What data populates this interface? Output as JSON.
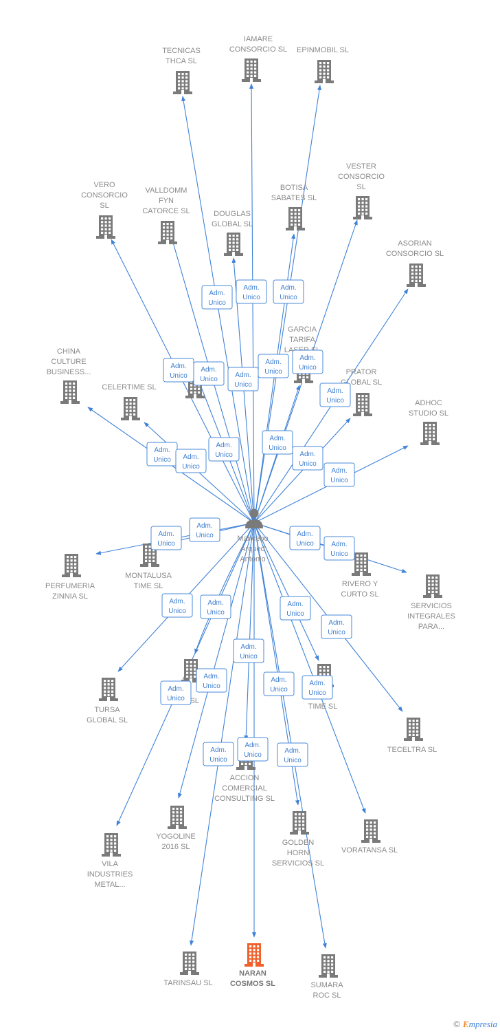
{
  "person": {
    "name_lines": [
      "Mancebo",
      "Arqued",
      "Antonio"
    ],
    "icon": "person-icon"
  },
  "edge_label_lines": [
    "Adm.",
    "Unico"
  ],
  "colors": {
    "edge": "#3f82d8",
    "building": "#7a7a7a",
    "building_highlight": "#f0602a",
    "label": "#8a8a8a"
  },
  "companies": [
    {
      "id": "tecnicas",
      "lines": [
        "TECNICAS",
        "THCA SL"
      ]
    },
    {
      "id": "iamare",
      "lines": [
        "IAMARE",
        "CONSORCIO SL"
      ]
    },
    {
      "id": "epinmobil",
      "lines": [
        "EPINMOBIL SL"
      ]
    },
    {
      "id": "vester",
      "lines": [
        "VESTER",
        "CONSORCIO",
        "SL"
      ]
    },
    {
      "id": "vero",
      "lines": [
        "VERO",
        "CONSORCIO",
        "SL"
      ]
    },
    {
      "id": "valldomm",
      "lines": [
        "VALLDOMM",
        "FYN",
        "CATORCE SL"
      ]
    },
    {
      "id": "botisa",
      "lines": [
        "BOTISA",
        "SABATES SL"
      ]
    },
    {
      "id": "douglas",
      "lines": [
        "DOUGLAS",
        "GLOBAL SL"
      ]
    },
    {
      "id": "asorian",
      "lines": [
        "ASORIAN",
        "CONSORCIO SL"
      ]
    },
    {
      "id": "garcia",
      "lines": [
        "GARCIA",
        "TARIFA",
        "LASER SL"
      ]
    },
    {
      "id": "china",
      "lines": [
        "CHINA",
        "CULTURE",
        "BUSINESS..."
      ]
    },
    {
      "id": "celertime",
      "lines": [
        "CELERTIME SL"
      ]
    },
    {
      "id": "hidden1",
      "lines": []
    },
    {
      "id": "prator",
      "lines": [
        "PRATOR",
        "GLOBAL SL"
      ]
    },
    {
      "id": "adhoc",
      "lines": [
        "ADHOC",
        "STUDIO SL"
      ]
    },
    {
      "id": "perfumeria",
      "lines": [
        "PERFUMERIA",
        "ZINNIA SL"
      ]
    },
    {
      "id": "montalusa",
      "lines": [
        "MONTALUSA",
        "TIME SL"
      ]
    },
    {
      "id": "rivero",
      "lines": [
        "RIVERO Y",
        "CURTO SL"
      ]
    },
    {
      "id": "servicios",
      "lines": [
        "SERVICIOS",
        "INTEGRALES",
        "PARA..."
      ]
    },
    {
      "id": "tursa",
      "lines": [
        "TURSA",
        "GLOBAL SL"
      ]
    },
    {
      "id": "hidden2",
      "lines": [
        "E SL"
      ]
    },
    {
      "id": "timesl",
      "lines": [
        "TIME SL"
      ]
    },
    {
      "id": "teceltra",
      "lines": [
        "TECELTRA SL"
      ]
    },
    {
      "id": "accion",
      "lines": [
        "ACCION",
        "COMERCIAL",
        "CONSULTING SL"
      ]
    },
    {
      "id": "yogoline",
      "lines": [
        "YOGOLINE",
        "2016 SL"
      ]
    },
    {
      "id": "vila",
      "lines": [
        "VILA",
        "INDUSTRIES",
        "METAL..."
      ]
    },
    {
      "id": "golden",
      "lines": [
        "GOLDEN",
        "HORN",
        "SERVICIOS SL"
      ]
    },
    {
      "id": "voratansa",
      "lines": [
        "VORATANSA SL"
      ]
    },
    {
      "id": "tarinsau",
      "lines": [
        "TARINSAU SL"
      ]
    },
    {
      "id": "naran",
      "lines": [
        "NARAN",
        "COSMOS SL"
      ],
      "highlight": true
    },
    {
      "id": "sumara",
      "lines": [
        "SUMARA",
        "ROC SL"
      ]
    }
  ],
  "footer": {
    "copyright": "©",
    "brand_initial": "E",
    "brand_rest": "mpresia"
  }
}
